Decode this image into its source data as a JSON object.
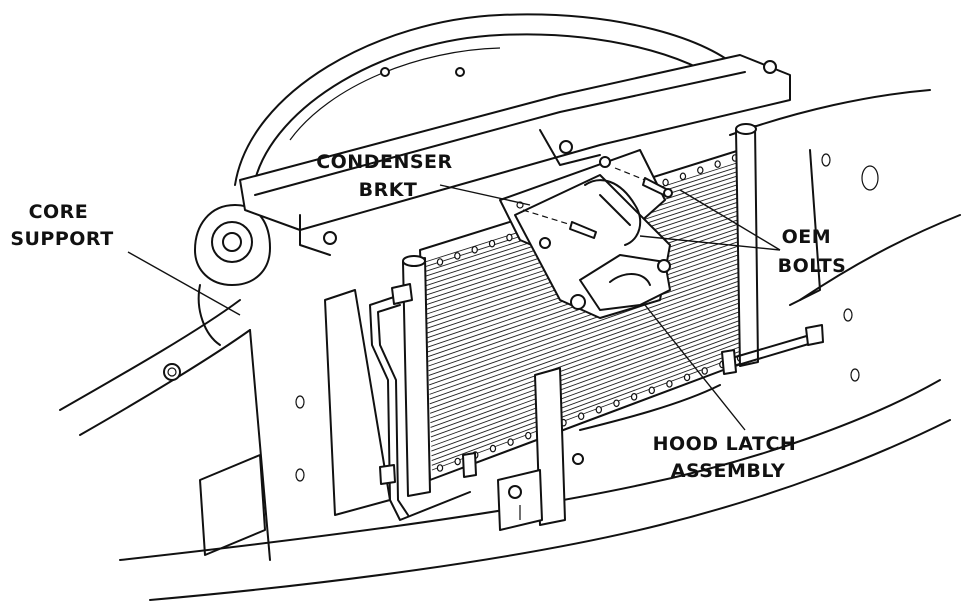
{
  "labels": {
    "core_support": [
      "CORE",
      "SUPPORT"
    ],
    "condenser_brkt": [
      "CONDENSER",
      "BRKT"
    ],
    "oem_bolts": [
      "OEM",
      "BOLTS"
    ],
    "hood_latch": [
      "HOOD LATCH",
      "ASSEMBLY"
    ]
  }
}
